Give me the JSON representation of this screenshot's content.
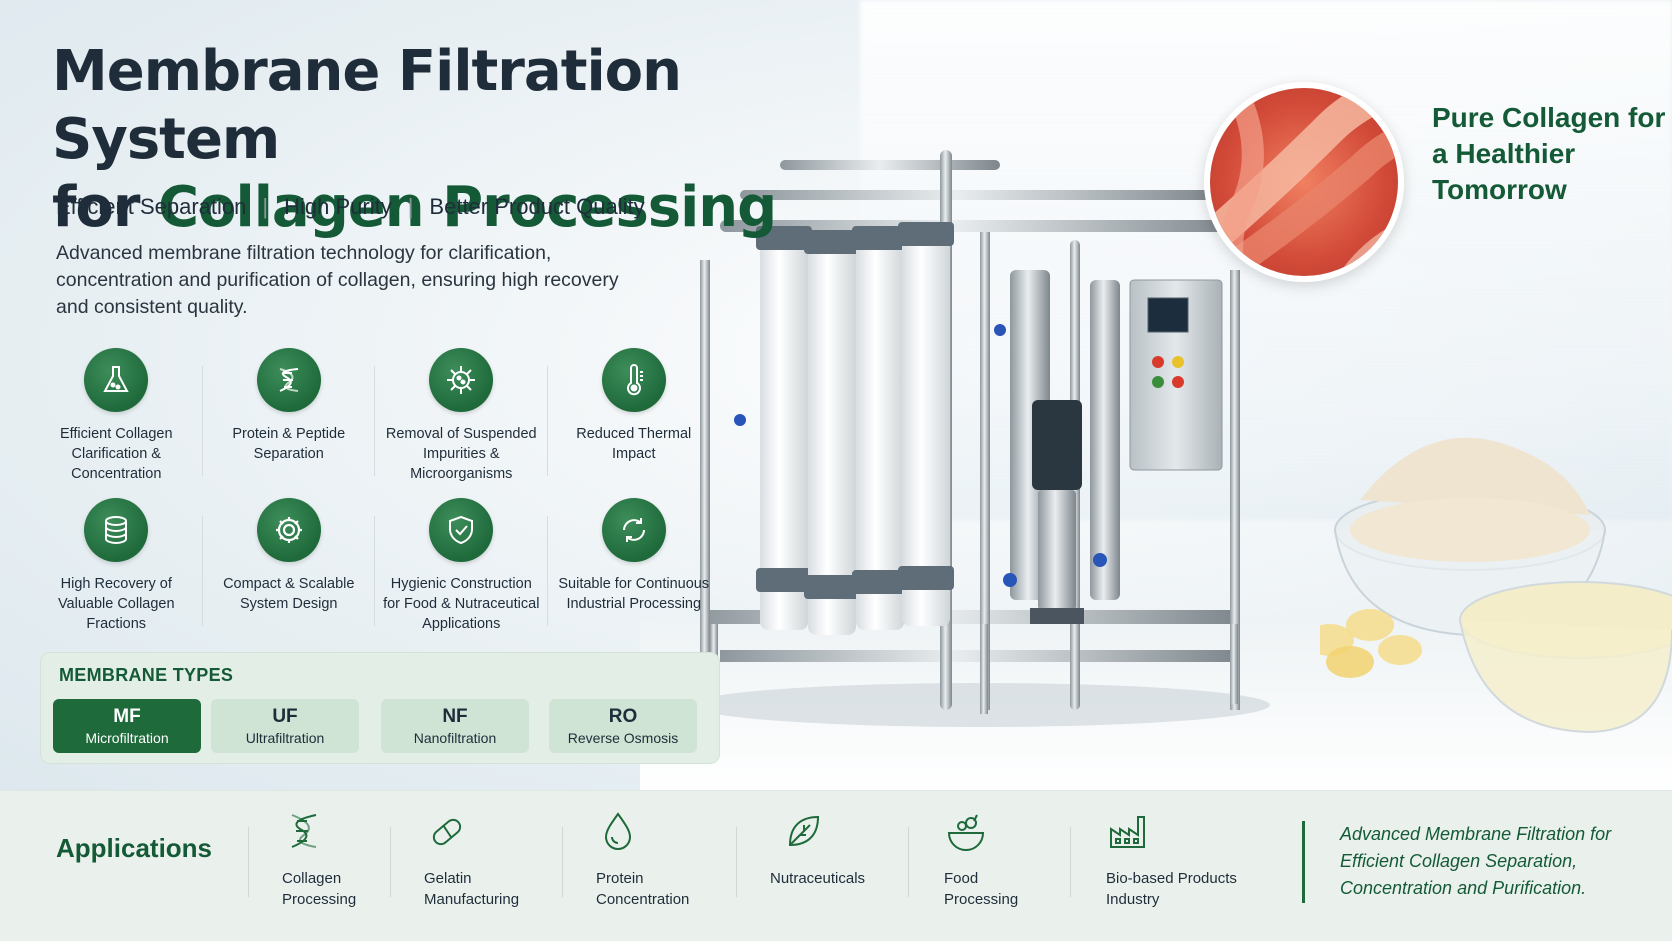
{
  "header": {
    "title_line1": "Membrane Filtration System",
    "title_line2_prefix": "for ",
    "title_line2_accent": "Collagen Processing",
    "benefits": [
      "Efficient Separation",
      "High Purity",
      "Better Product Quality"
    ],
    "intro": "Advanced membrane filtration technology for clarification, concentration and purification of collagen, ensuring high recovery and consistent quality."
  },
  "features": [
    {
      "icon": "flask-icon",
      "label": "Efficient Collagen Clarification & Concentration"
    },
    {
      "icon": "dna-icon",
      "label": "Protein & Peptide Separation"
    },
    {
      "icon": "microorganism-icon",
      "label": "Removal of Suspended Impurities & Microorganisms"
    },
    {
      "icon": "thermometer-icon",
      "label": "Reduced Thermal Impact"
    },
    {
      "icon": "database-icon",
      "label": "High Recovery of Valuable Collagen Fractions"
    },
    {
      "icon": "gear-icon",
      "label": "Compact & Scalable System Design"
    },
    {
      "icon": "shield-check-icon",
      "label": "Hygienic Construction for Food & Nutraceutical Applications"
    },
    {
      "icon": "cycle-icon",
      "label": "Suitable for Continuous Industrial Processing"
    }
  ],
  "membrane_types": {
    "title": "MEMBRANE TYPES",
    "items": [
      {
        "code": "MF",
        "name": "Microfiltration",
        "active": true
      },
      {
        "code": "UF",
        "name": "Ultrafiltration",
        "active": false
      },
      {
        "code": "NF",
        "name": "Nanofiltration",
        "active": false
      },
      {
        "code": "RO",
        "name": "Reverse Osmosis",
        "active": false
      }
    ]
  },
  "tagline": "Pure Collagen for a Healthier Tomorrow",
  "applications": {
    "title": "Applications",
    "items": [
      {
        "icon": "dna-icon",
        "label": "Collagen Processing"
      },
      {
        "icon": "capsule-icon",
        "label": "Gelatin Manufacturing"
      },
      {
        "icon": "droplet-icon",
        "label": "Protein Concentration"
      },
      {
        "icon": "leaf-icon",
        "label": "Nutraceuticals"
      },
      {
        "icon": "food-bowl-icon",
        "label": "Food Processing"
      },
      {
        "icon": "factory-icon",
        "label": "Bio-based Products Industry"
      }
    ],
    "note": "Advanced Membrane Filtration for Efficient Collagen Separation, Concentration and Purification."
  },
  "colors": {
    "brand_green": "#145a36",
    "button_green": "#1e6a3a",
    "text_dark": "#1f2d3a"
  }
}
